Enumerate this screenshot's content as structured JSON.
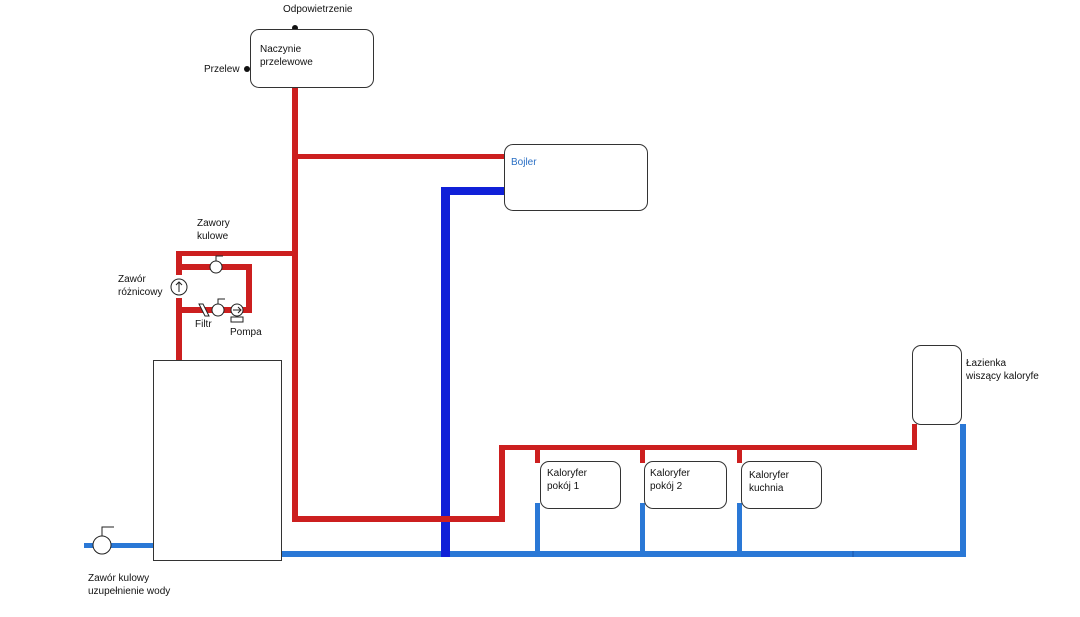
{
  "colors": {
    "supply_pipe": "#cc1f1f",
    "return_pipe_dark": "#1020d8",
    "return_pipe_light": "#2a78d6",
    "boiler_text": "#2a6fc4",
    "outline": "#333333"
  },
  "labels": {
    "vent": "Odpowietrzenie",
    "overflow": "Przelew",
    "ball_valves": "Zawory\nkulowe",
    "differential_valve": "Zawór\nróżnicowy",
    "filter": "Filtr",
    "pump": "Pompa",
    "refill_valve": "Zawór kulowy\nuzupełnienie wody"
  },
  "components": {
    "expansion_vessel": "Naczynie\nprzelewowe",
    "hot_water_tank": "Bojler",
    "radiator_room1": "Kaloryfer\npokój 1",
    "radiator_room2": "Kaloryfer\npokój 2",
    "radiator_kitchen": "Kaloryfer\nkuchnia",
    "bathroom_radiator": "Łazienka\nwiszący kaloryfe"
  }
}
